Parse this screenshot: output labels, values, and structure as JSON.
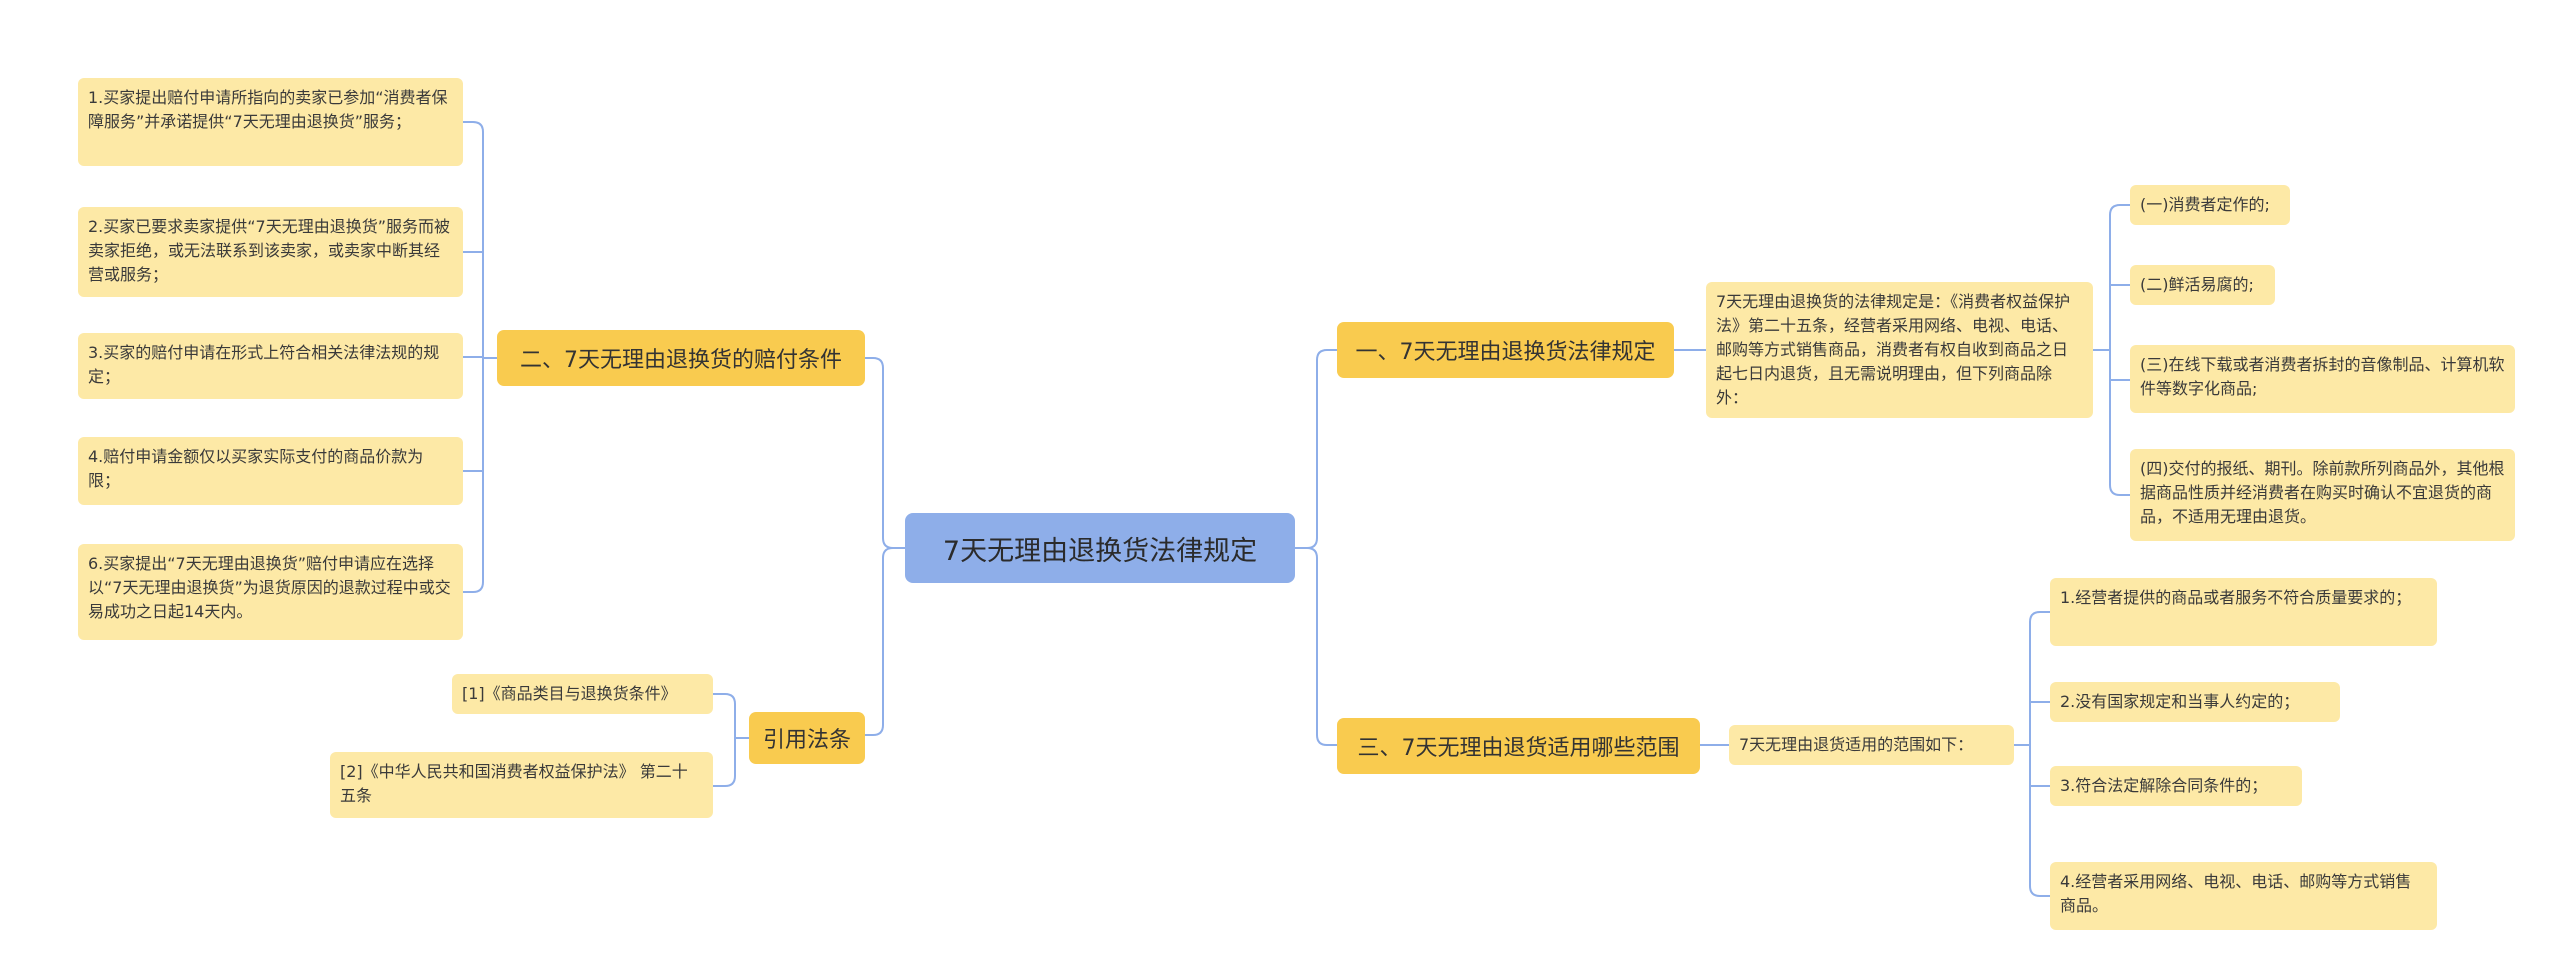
{
  "root": "7天无理由退换货法律规定",
  "left": {
    "branch_compensation": {
      "title": "二、7天无理由退换货的赔付条件",
      "items": [
        "1.买家提出赔付申请所指向的卖家已参加“消费者保障服务”并承诺提供“7天无理由退换货”服务；",
        "2.买家已要求卖家提供“7天无理由退换货”服务而被卖家拒绝，或无法联系到该卖家，或卖家中断其经营或服务；",
        "3.买家的赔付申请在形式上符合相关法律法规的规定；",
        "4.赔付申请金额仅以买家实际支付的商品价款为限；",
        "6.买家提出“7天无理由退换货”赔付申请应在选择以“7天无理由退换货”为退货原因的退款过程中或交易成功之日起14天内。"
      ]
    },
    "branch_citations": {
      "title": "引用法条",
      "items": [
        "[1]《商品类目与退换货条件》",
        "[2]《中华人民共和国消费者权益保护法》 第二十五条"
      ]
    }
  },
  "right": {
    "branch_law": {
      "title": "一、7天无理由退换货法律规定",
      "summary": "7天无理由退换货的法律规定是：《消费者权益保护法》第二十五条，经营者采用网络、电视、电话、邮购等方式销售商品，消费者有权自收到商品之日起七日内退货，且无需说明理由，但下列商品除外：",
      "items": [
        "(一)消费者定作的;",
        "(二)鲜活易腐的;",
        "(三)在线下载或者消费者拆封的音像制品、计算机软件等数字化商品;",
        "(四)交付的报纸、期刊。除前款所列商品外，其他根据商品性质并经消费者在购买时确认不宜退货的商品，不适用无理由退货。"
      ]
    },
    "branch_scope": {
      "title": "三、7天无理由退货适用哪些范围",
      "summary": "7天无理由退货适用的范围如下：",
      "items": [
        "1.经营者提供的商品或者服务不符合质量要求的；",
        "2.没有国家规定和当事人约定的；",
        "3.符合法定解除合同条件的；",
        "4.经营者采用网络、电视、电话、邮购等方式销售商品。"
      ]
    }
  },
  "colors": {
    "root_fill": "#8eaee9",
    "branch_fill": "#f9cb4f",
    "leaf_fill": "#fde9a6",
    "connector": "#8eaee9"
  }
}
